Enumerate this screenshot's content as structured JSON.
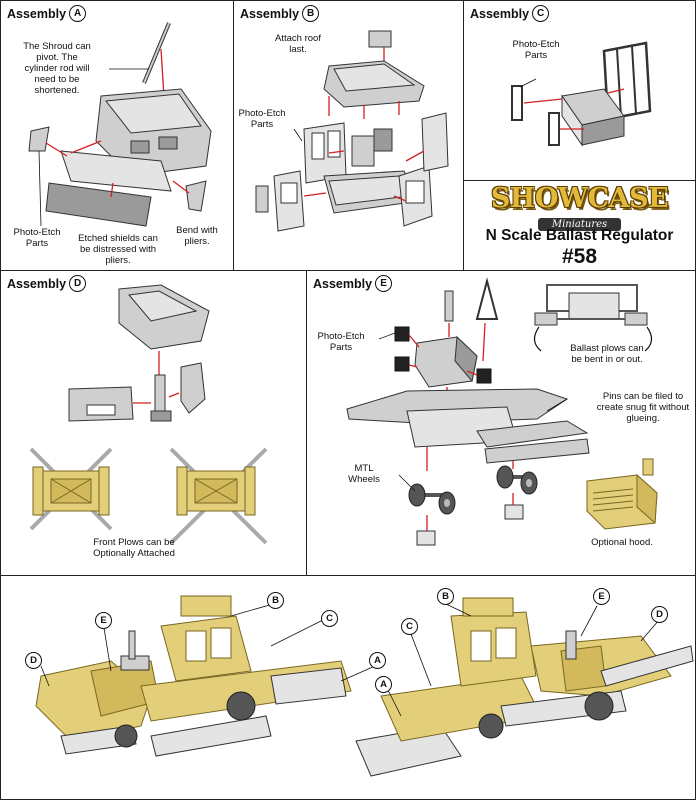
{
  "assembly_label": "Assembly",
  "panels": {
    "a": {
      "letter": "A",
      "note_shroud": "The Shroud can pivot. The cylinder rod will need to be shortened.",
      "note_photo": "Photo-Etch Parts",
      "note_shields": "Etched shields can be distressed with pliers.",
      "note_bend": "Bend with pliers."
    },
    "b": {
      "letter": "B",
      "note_roof": "Attach roof last.",
      "note_photo": "Photo-Etch Parts"
    },
    "c": {
      "letter": "C",
      "note_photo": "Photo-Etch Parts"
    },
    "d": {
      "letter": "D",
      "note_plows": "Front Plows can be Optionally Attached"
    },
    "e": {
      "letter": "E",
      "note_photo": "Photo-Etch Parts",
      "note_ballast": "Ballast plows can be bent in or out.",
      "note_pins": "Pins can be filed to create snug fit without glueing.",
      "note_mtl": "MTL Wheels",
      "note_hood": "Optional hood."
    }
  },
  "brand": {
    "name": "SHOWCASE",
    "sub": "Miniatures",
    "product_line": "N Scale Ballast Regulator",
    "number": "#58"
  },
  "bottom_callouts": {
    "left": [
      "E",
      "B",
      "C",
      "D",
      "A"
    ],
    "right": [
      "B",
      "E",
      "D",
      "C",
      "A"
    ]
  }
}
